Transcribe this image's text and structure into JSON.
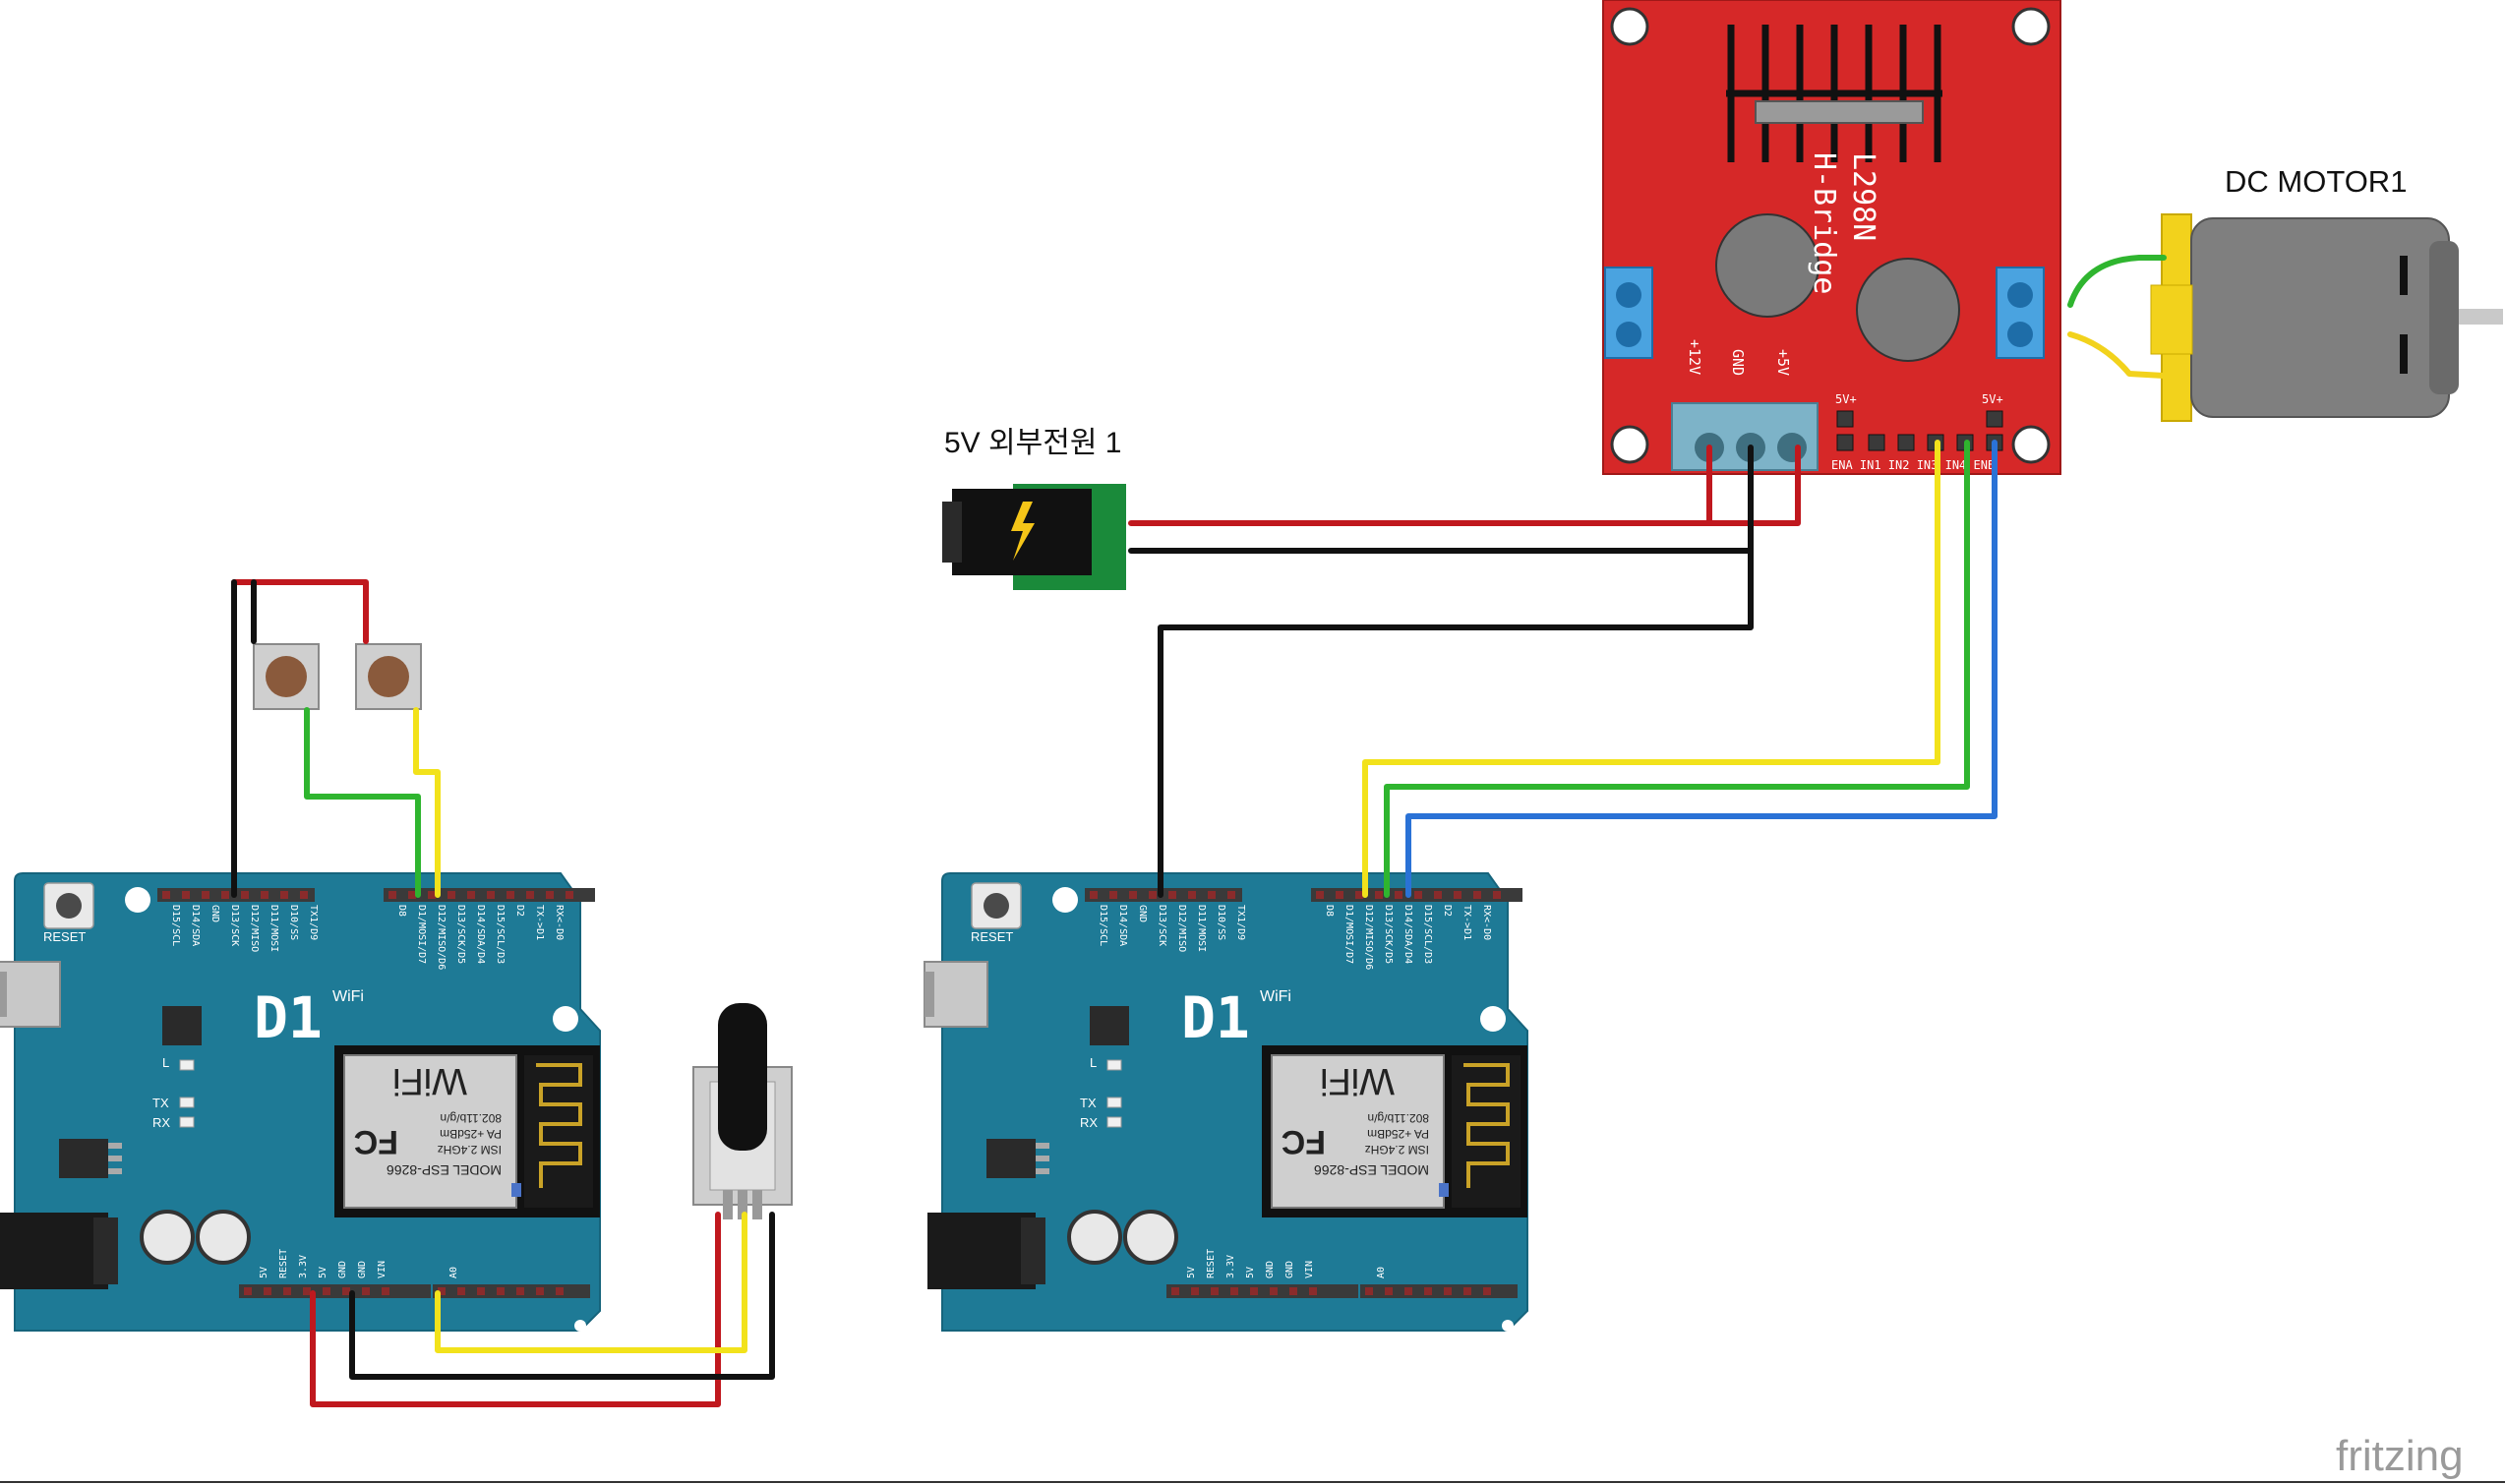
{
  "components": {
    "motor_label": "DC MOTOR1",
    "power_label": "5V 외부전원 1",
    "hbridge": {
      "title_line1": "L298N",
      "title_line2": "H-Bridge",
      "pin_12v": "+12V",
      "pin_gnd": "GND",
      "pin_5v": "+5V",
      "vplus_a": "5V+",
      "vplus_b": "5V+",
      "ctrl_pins": "ENA IN1 IN2 IN3 IN4 ENB"
    },
    "d1_board": {
      "logo": "D1",
      "wifi": "WiFi",
      "reset": "RESET",
      "led_l": "L",
      "led_tx": "TX",
      "led_rx": "RX",
      "module_model": "MODEL ESP-8266",
      "module_ism": "ISM 2.4GHz",
      "module_pa": "PA +25dBm",
      "module_std": "802.11b/g/n",
      "module_brand": "WiFi",
      "module_fc": "FC",
      "top_pins": [
        "D15/SCL",
        "D14/SDA",
        "GND",
        "D13/SCK",
        "D12/MISO",
        "D11/MOSI",
        "D10/SS",
        "TX1/D9",
        "D8",
        "D1/MOSI/D7",
        "D12/MISO/D6",
        "D13/SCK/D5",
        "D14/SDA/D4",
        "D15/SCL/D3",
        "D2",
        "TX->D1",
        "RX<-D0"
      ],
      "bottom_pins": [
        "5V",
        "RESET",
        "3.3V",
        "5V",
        "GND",
        "GND",
        "VIN",
        "A0"
      ]
    },
    "watermark": "fritzing"
  }
}
